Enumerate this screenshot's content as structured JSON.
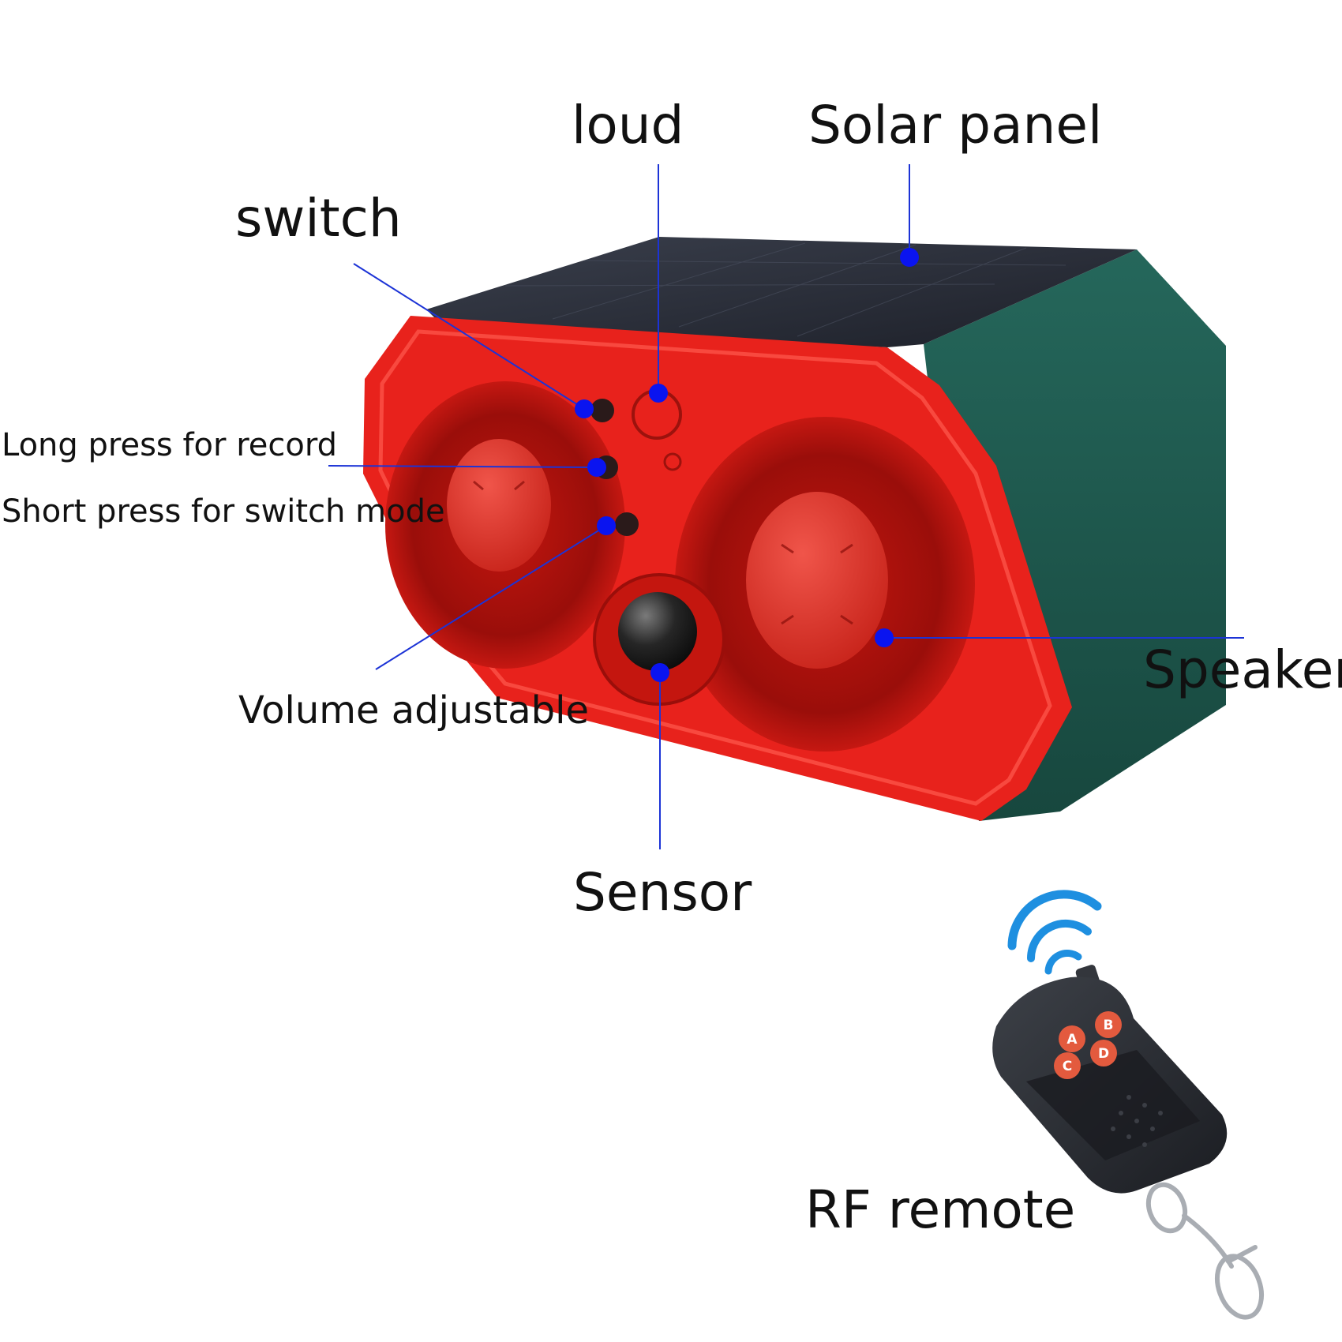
{
  "labels": {
    "loud": "loud",
    "solar_panel": "Solar panel",
    "switch": "switch",
    "long_press": "Long press for record",
    "short_press": "Short press for switch mode",
    "volume": "Volume adjustable",
    "speaker": "Speaker",
    "sensor": "Sensor",
    "rf_remote": "RF remote"
  },
  "remote_keys": [
    "A",
    "B",
    "C",
    "D"
  ],
  "colors": {
    "device_front": "#e8221c",
    "device_body": "#1f5a4f",
    "solar_panel": "#2b2f3a",
    "callout_line": "#1c33d6",
    "callout_dot": "#0a14f0",
    "wifi_signal": "#1e8fe0",
    "remote_body": "#2a2d33",
    "remote_button": "#e35a3e"
  },
  "icons": {
    "signal": "wifi-signal-icon",
    "remote": "rf-remote-icon",
    "device": "solar-alarm-device"
  }
}
